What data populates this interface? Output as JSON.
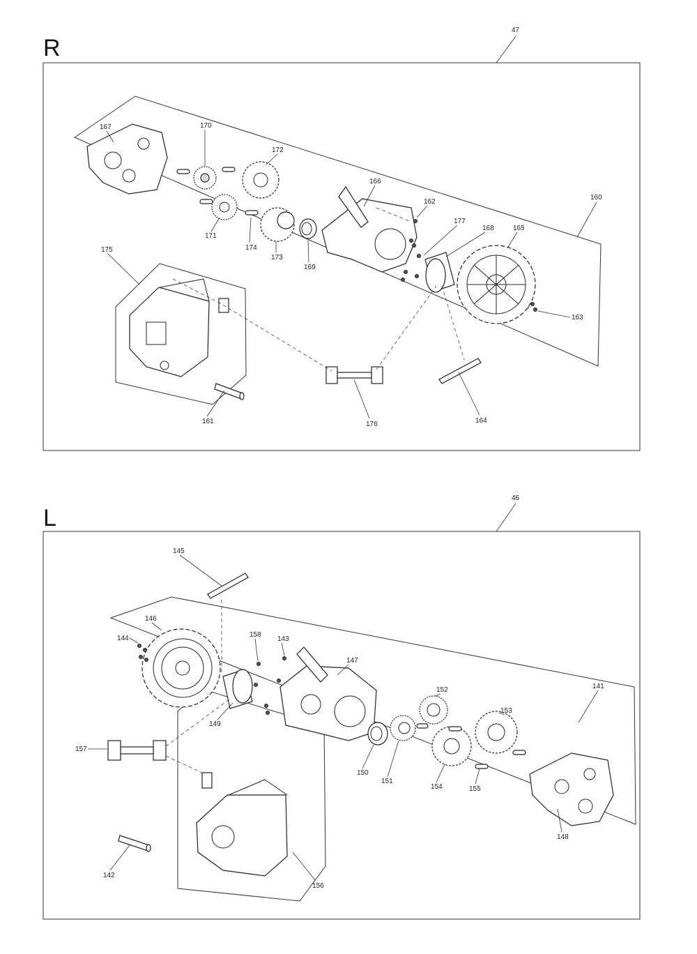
{
  "sections": [
    {
      "id": "R",
      "letter": "R",
      "group_number": "47",
      "callouts": [
        "167",
        "170",
        "172",
        "166",
        "162",
        "160",
        "171",
        "174",
        "173",
        "169",
        "177",
        "168",
        "165",
        "175",
        "163",
        "161",
        "176",
        "164"
      ]
    },
    {
      "id": "L",
      "letter": "L",
      "group_number": "46",
      "callouts": [
        "145",
        "146",
        "144",
        "158",
        "143",
        "147",
        "141",
        "152",
        "153",
        "149",
        "157",
        "150",
        "151",
        "154",
        "155",
        "148",
        "142",
        "156"
      ]
    }
  ],
  "icons": {
    "gear": "gear-icon",
    "wheel": "wheel-icon",
    "screw": "screw-icon",
    "motor": "motor-icon",
    "housing": "gear-housing-icon",
    "shaft": "shaft-icon"
  },
  "colors": {
    "line": "#222222",
    "background": "#ffffff"
  }
}
